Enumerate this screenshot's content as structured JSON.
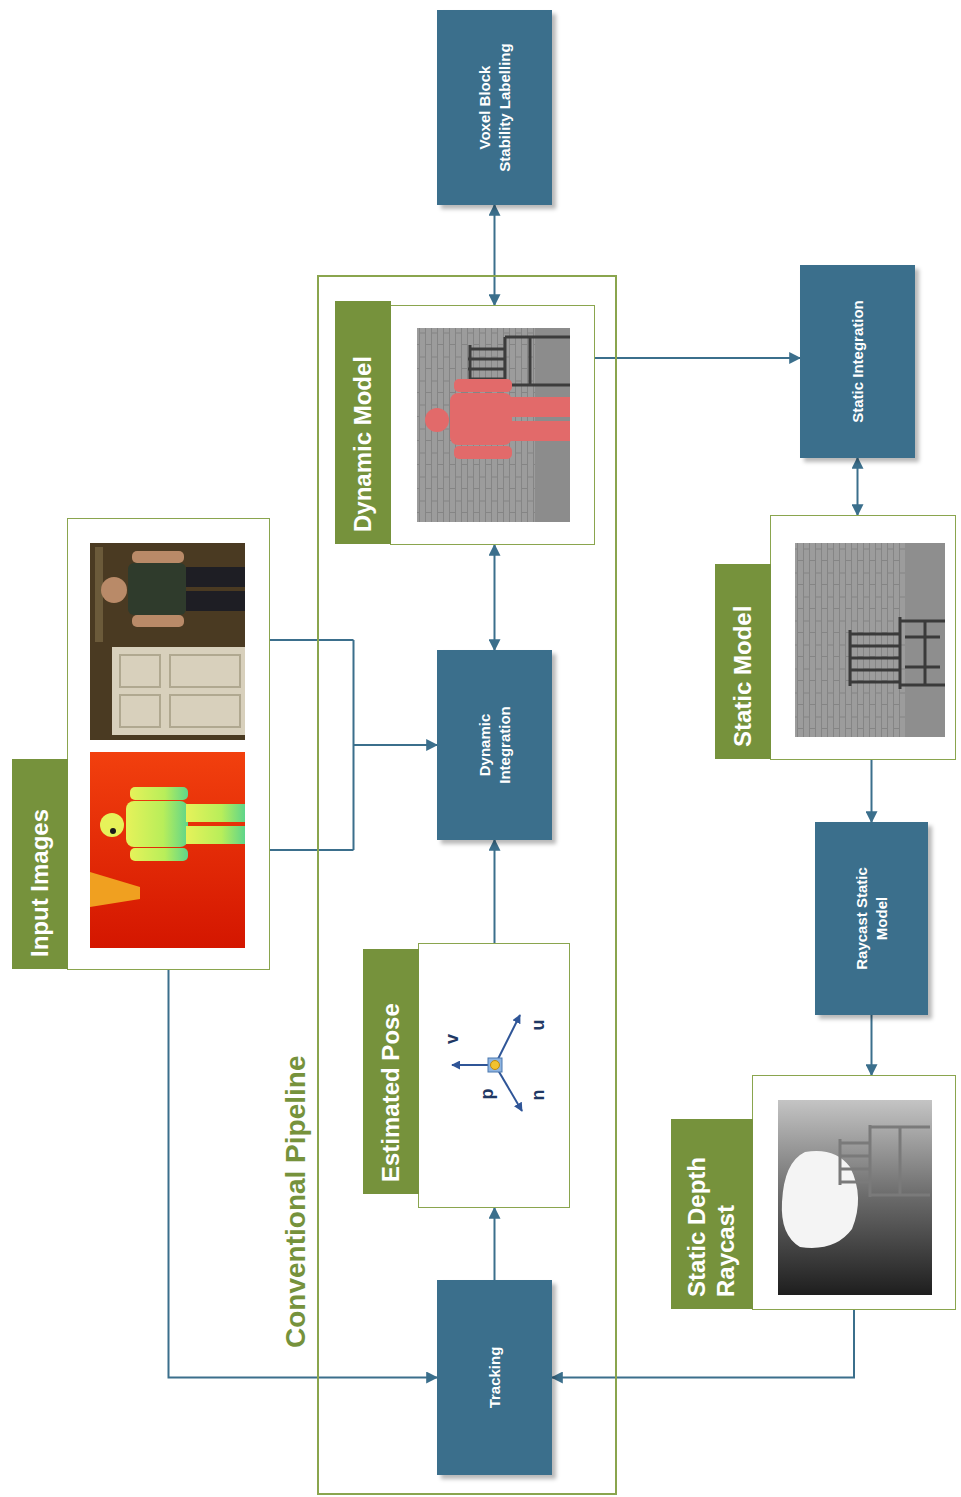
{
  "diagram": {
    "nodes": [
      {
        "text": [
          "Input Images"
        ]
      },
      {
        "text": [
          "Conventional Pipeline"
        ]
      },
      {
        "text": [
          "Tracking"
        ],
        "in": 1
      },
      {
        "text": [
          "Estimated Pose"
        ],
        "in": 1
      },
      {
        "text": [
          "Dynamic Integration"
        ],
        "in": 1
      },
      {
        "text": [
          "Dynamic Model"
        ],
        "in": 1
      },
      {
        "text": [
          "Voxel Block Stability Labelling"
        ]
      },
      {
        "text": [
          "Static Integration"
        ]
      },
      {
        "text": [
          "Static Model"
        ]
      },
      {
        "text": [
          "Raycast Static Model"
        ]
      },
      {
        "text": [
          "Static Depth Raycast"
        ]
      }
    ],
    "edges": [
      {
        "from": 0,
        "to": 2,
        "arrow": "to"
      },
      {
        "from": 0,
        "to": 4,
        "arrow": "to"
      },
      {
        "from": 2,
        "to": 3,
        "arrow": "to"
      },
      {
        "from": 3,
        "to": 4,
        "arrow": "to"
      },
      {
        "from": 4,
        "to": 5,
        "arrow": "both"
      },
      {
        "from": 5,
        "to": 6,
        "arrow": "both"
      },
      {
        "from": 5,
        "to": 7,
        "arrow": "to"
      },
      {
        "from": 8,
        "to": 7,
        "arrow": "both"
      },
      {
        "from": 8,
        "to": 9,
        "arrow": "to"
      },
      {
        "from": 9,
        "to": 10,
        "arrow": "to"
      },
      {
        "from": 10,
        "to": 2,
        "arrow": "to"
      }
    ],
    "labels": [
      "p",
      "v",
      "n",
      "u"
    ]
  }
}
